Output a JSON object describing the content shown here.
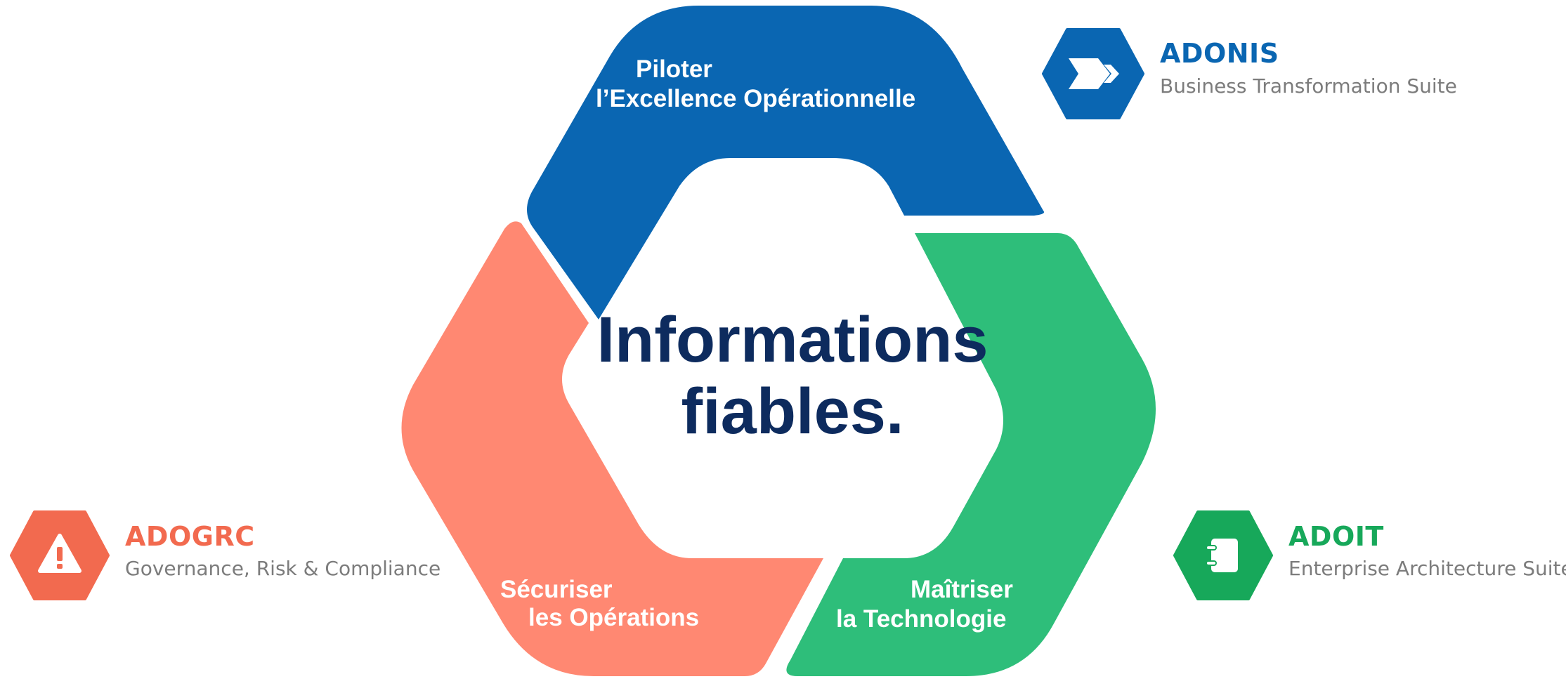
{
  "colors": {
    "blue": "#0a66b2",
    "salmon": "#ff8872",
    "green": "#2ebe7a",
    "center_text": "#0d2b5e",
    "adogrc_brand": "#f26a4f",
    "adoit_brand": "#17a85a",
    "tagline_gray": "#7c7c7c"
  },
  "segments": {
    "top": {
      "line1": "Piloter",
      "line2": "l’Excellence Opérationnelle"
    },
    "left": {
      "line1": "Sécuriser",
      "line2": "les Opérations"
    },
    "right": {
      "line1": "Maîtriser",
      "line2": "la Technologie"
    }
  },
  "center": {
    "line1": "Informations",
    "line2": "fiables."
  },
  "products": {
    "adonis": {
      "name": "ADONIS",
      "tagline": "Business Transformation Suite",
      "icon": "double-chevron-icon"
    },
    "adogrc": {
      "name": "ADOGRC",
      "tagline": "Governance, Risk & Compliance",
      "icon": "warning-icon"
    },
    "adoit": {
      "name": "ADOIT",
      "tagline": "Enterprise Architecture Suite",
      "icon": "notebook-icon"
    }
  }
}
